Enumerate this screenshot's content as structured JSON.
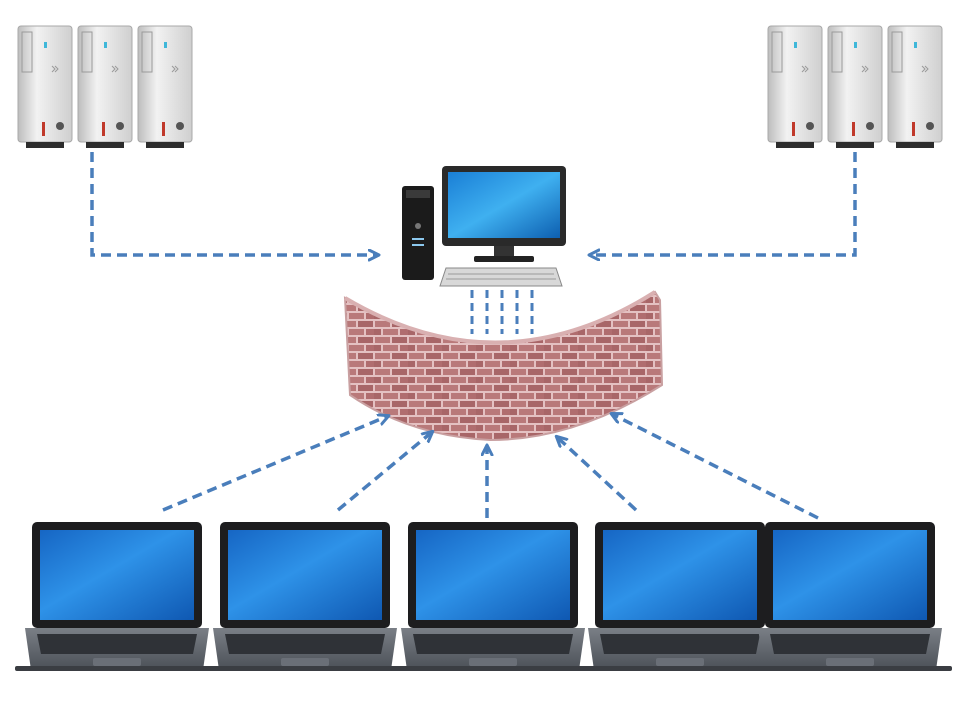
{
  "colors": {
    "background": "#ffffff",
    "arrow": "#4a7ebb",
    "laptop_screen": "#1e7fd8",
    "laptop_body": "#5a5f66",
    "server_body": "#dedede",
    "brick": "#b9797a",
    "mortar": "#e4c1c2"
  },
  "diagram": {
    "server_groups": [
      {
        "id": "left",
        "units": 3,
        "icon": "server-tower-icon"
      },
      {
        "id": "right",
        "units": 3,
        "icon": "server-tower-icon"
      }
    ],
    "central_computer": {
      "icon": "desktop-computer-icon"
    },
    "firewall": {
      "icon": "brick-wall-icon"
    },
    "laptops": {
      "count": 5,
      "icon": "laptop-icon"
    },
    "connections": {
      "style": "dashed-arrow",
      "server_to_computer": 2,
      "computer_to_firewall_lines": 5,
      "laptop_to_firewall": 5
    }
  }
}
